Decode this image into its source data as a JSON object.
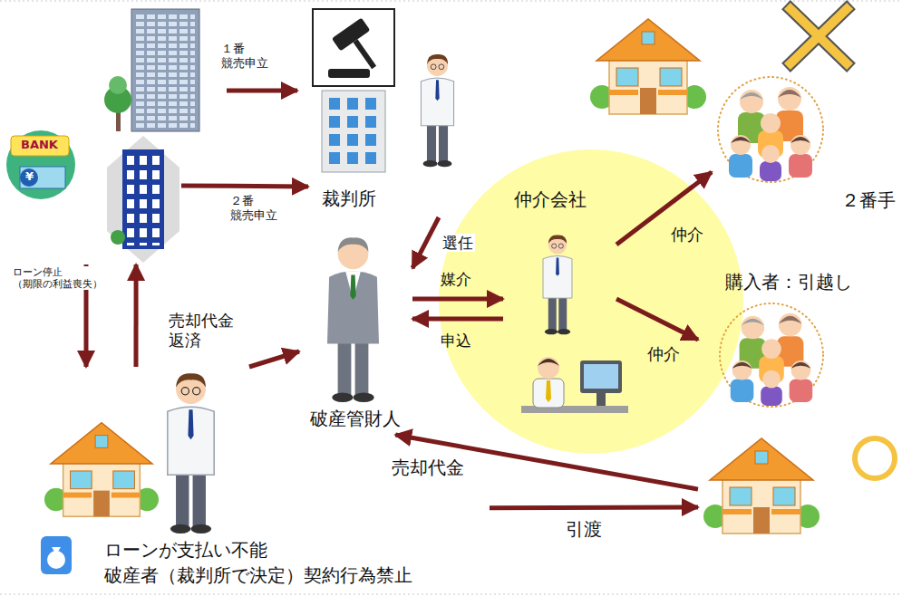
{
  "diagram": {
    "nodes": [
      {
        "text": [
          "裁判所"
        ]
      },
      {
        "text": [
          "BANK"
        ]
      },
      {
        "text": [
          "破産管財人"
        ]
      },
      {
        "text": [
          "仲介会社"
        ]
      },
      {
        "text": [
          "２番手"
        ]
      },
      {
        "text": [
          "購入者：引越し"
        ]
      },
      {
        "text": [
          "ローンが支払い不能",
          "破産者（裁判所で決定）契約行為禁止"
        ]
      }
    ],
    "edges": [
      {
        "from": 1,
        "to": 0,
        "label": "２番 競売申立",
        "arrow": "to"
      },
      {
        "from": 0,
        "to": 2,
        "label": "選任",
        "arrow": "to"
      },
      {
        "from": 2,
        "to": 3,
        "label": "媒介",
        "arrow": "to"
      },
      {
        "from": 3,
        "to": 2,
        "label": "申込",
        "arrow": "to"
      },
      {
        "from": 3,
        "to": 4,
        "label": "仲介",
        "arrow": "to"
      },
      {
        "from": 3,
        "to": 5,
        "label": "仲介",
        "arrow": "to"
      },
      {
        "from": 1,
        "to": 6,
        "label": "ローン停止 （期限の利益喪失）",
        "arrow": "to"
      },
      {
        "from": 6,
        "to": 1,
        "label": "売却代金 返済",
        "arrow": "to"
      },
      {
        "from": 6,
        "to": 2,
        "arrow": "to"
      },
      {
        "from": 5,
        "to": 2,
        "label": "売却代金",
        "arrow": "to"
      },
      {
        "from": 6,
        "to": 5,
        "label": "引渡",
        "arrow": "to"
      }
    ],
    "labels": [
      "１番 競売申立",
      "¥"
    ]
  }
}
